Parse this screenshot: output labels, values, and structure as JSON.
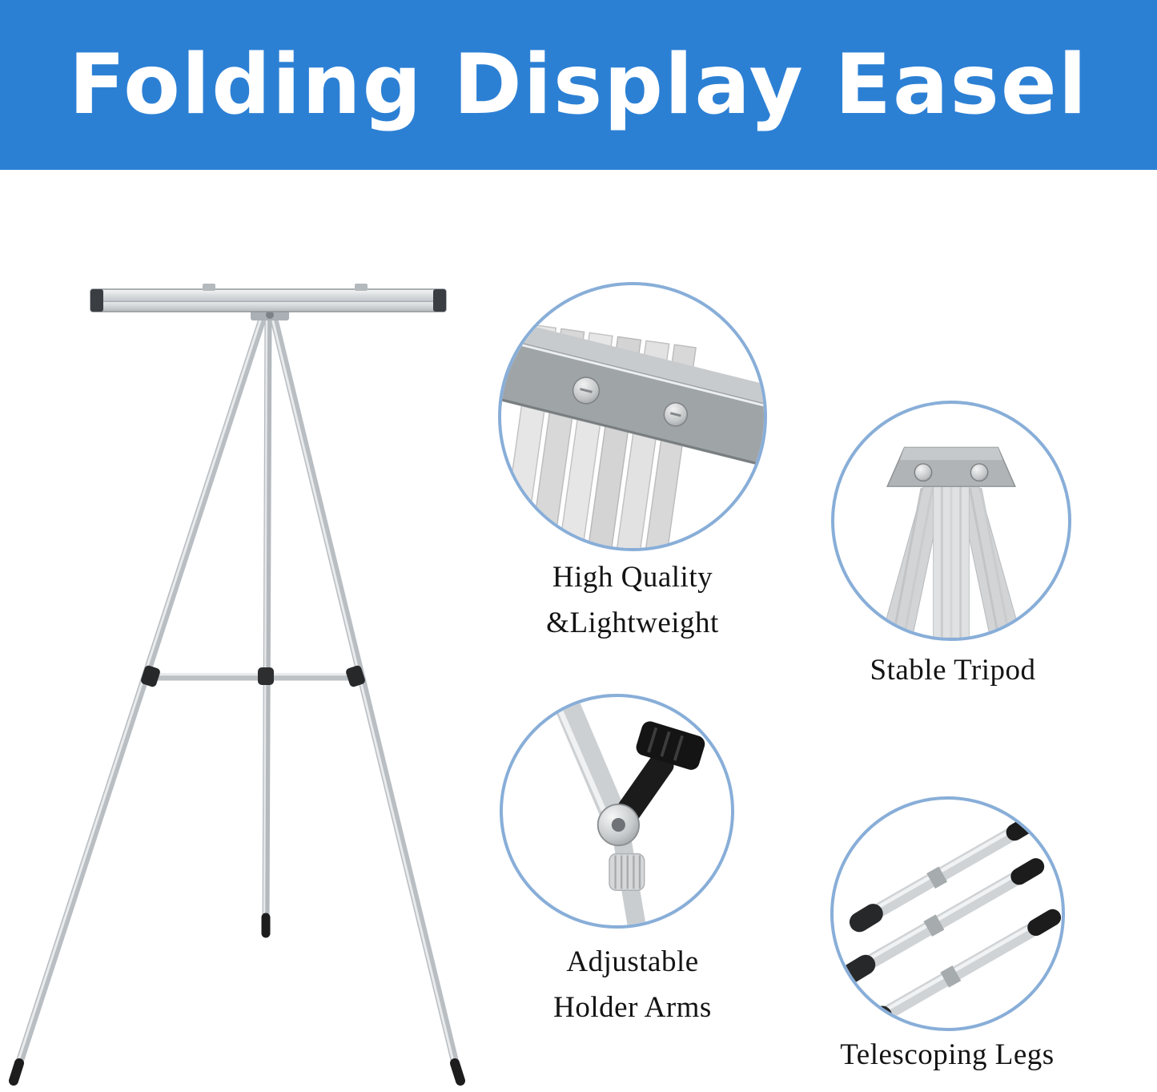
{
  "banner": {
    "title": "Folding Display Easel"
  },
  "features": {
    "high_quality": {
      "line1": "High Quality",
      "line2": "&Lightweight"
    },
    "stable_tripod": {
      "line1": "Stable Tripod"
    },
    "adjustable_arms": {
      "line1": "Adjustable",
      "line2": "Holder Arms"
    },
    "telescoping_legs": {
      "line1": "Telescoping Legs"
    }
  },
  "colors": {
    "banner_bg": "#2c80d4",
    "banner_text": "#ffffff",
    "circle_border": "#88aed8",
    "caption_text": "#141414"
  }
}
